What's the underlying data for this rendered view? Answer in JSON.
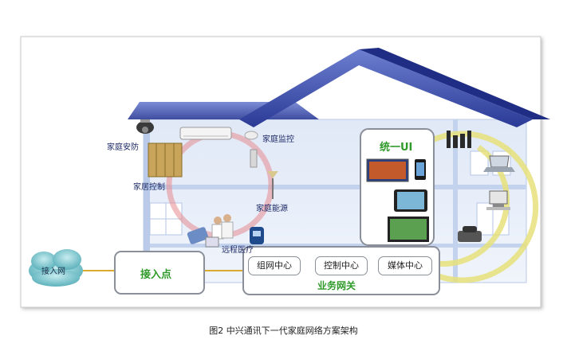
{
  "figure": {
    "caption": "图2  中兴通讯下一代家庭网络方案架构"
  },
  "labels": {
    "home_security": "家庭安防",
    "home_monitoring": "家庭监控",
    "home_control": "家居控制",
    "home_energy": "家庭能源",
    "remote_medical": "远程医疗",
    "unified_ui": "统一UI",
    "access_network": "接入网",
    "access_point": "接入点",
    "service_gateway": "业务网关",
    "networking_center": "组网中心",
    "control_center": "控制中心",
    "media_center": "媒体中心"
  },
  "colors": {
    "roof_blue": "#2c3f9e",
    "wall_blue": "#c9d8ef",
    "control_ring": "#e58a8f",
    "media_ring": "#e6e07a",
    "label_green": "#2f9a2a",
    "cloud_teal": "#5fb7c0"
  }
}
